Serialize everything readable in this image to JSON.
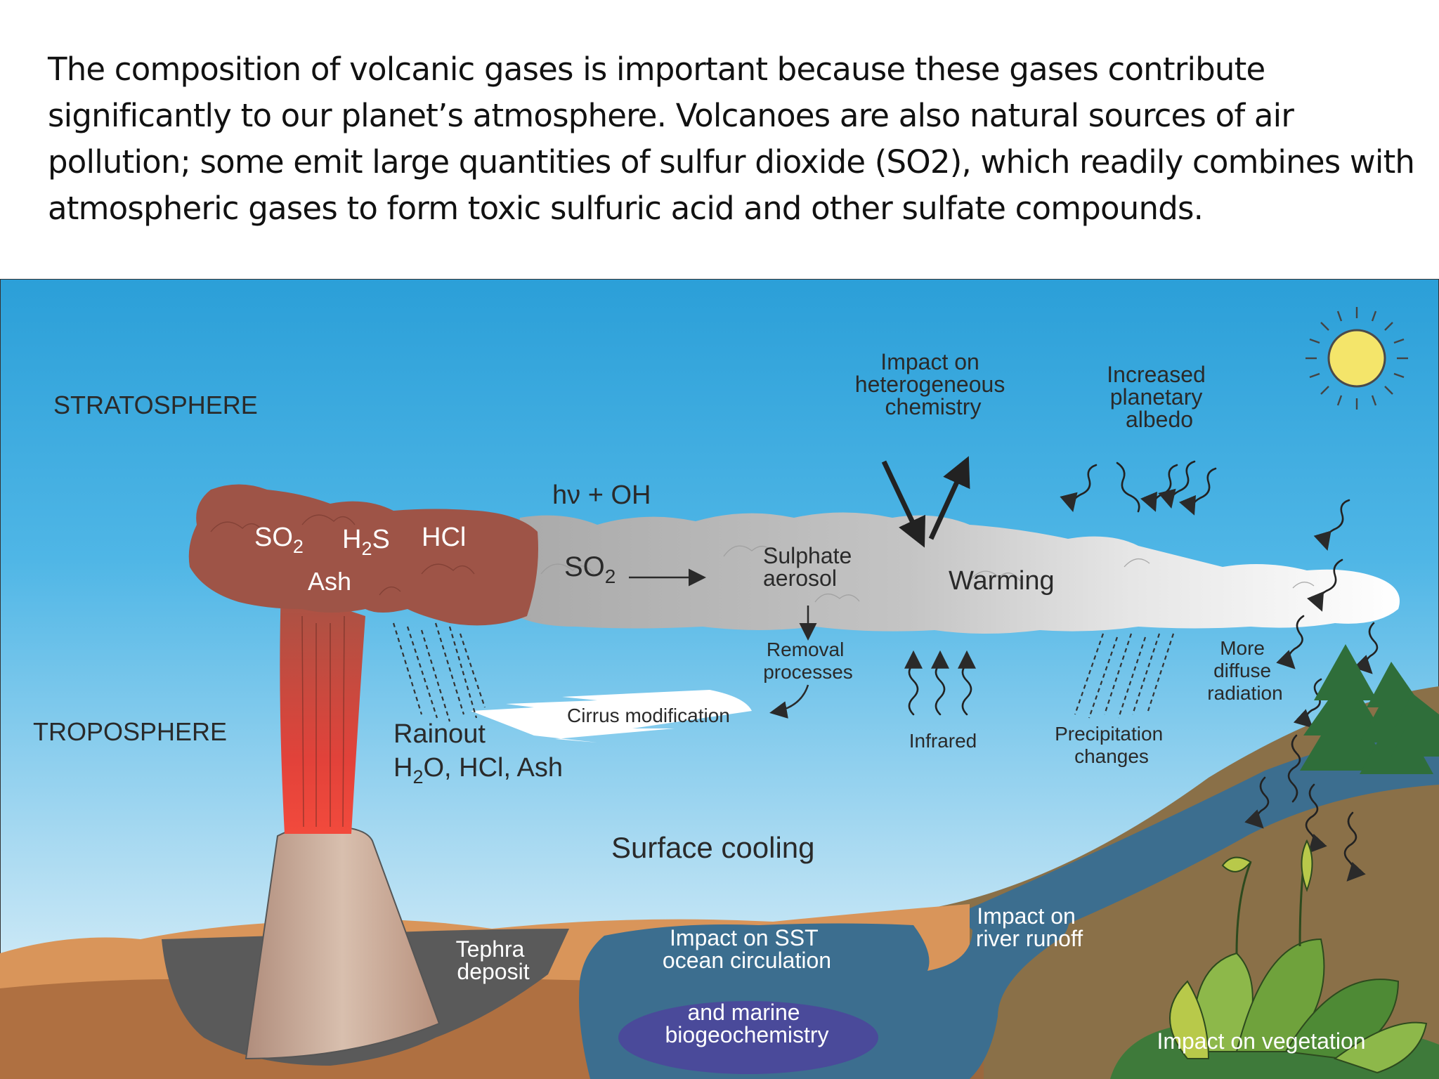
{
  "intro": {
    "paragraph": "The composition of volcanic gases is important because these gases contribute significantly to our planet’s atmosphere. Volcanoes are also natural sources of air pollution; some emit large quantities of sulfur dioxide (SO2), which readily combines with atmospheric gases to form toxic sulfuric acid and other sulfate compounds."
  },
  "diagram": {
    "stratosphere": "STRATOSPHERE",
    "troposphere": "TROPOSPHERE",
    "plume_gases": {
      "so2": "SO",
      "so2_sub": "2",
      "h2s_h": "H",
      "h2s_sub": "2",
      "h2s_s": "S",
      "hcl": "HCl",
      "ash": "Ash"
    },
    "photolysis": "hν + OH",
    "so2_label": "SO",
    "so2_sub": "2",
    "sulphate_aerosol": [
      "Sulphate",
      "aerosol"
    ],
    "warming": "Warming",
    "heterogeneous": [
      "Impact on",
      "heterogeneous",
      "chemistry"
    ],
    "albedo": [
      "Increased",
      "planetary",
      "albedo"
    ],
    "removal": [
      "Removal",
      "processes"
    ],
    "cirrus": "Cirrus modification",
    "rainout": "Rainout",
    "rainout_species": {
      "h": "H",
      "sub": "2",
      "rest": "O, HCl, Ash"
    },
    "infrared": "Infrared",
    "precipitation": [
      "Precipitation",
      "changes"
    ],
    "diffuse": [
      "More",
      "diffuse",
      "radiation"
    ],
    "surface_cooling": "Surface cooling",
    "tephra": [
      "Tephra",
      "deposit"
    ],
    "sst": [
      "Impact on SST",
      "ocean circulation"
    ],
    "marine": [
      "and marine",
      "biogeochemistry"
    ],
    "river": [
      "Impact on",
      "river runoff"
    ],
    "vegetation": "Impact on vegetation",
    "colors": {
      "sky_top": "#2b9fd8",
      "sky_bottom": "#e8f4fa",
      "volcanic_plume": "#9e5447",
      "aerosol_cloud": "#c8c8c8",
      "ocean": "#3c6e8f",
      "ground": "#d9955a",
      "sun": "#f4e56a"
    }
  }
}
